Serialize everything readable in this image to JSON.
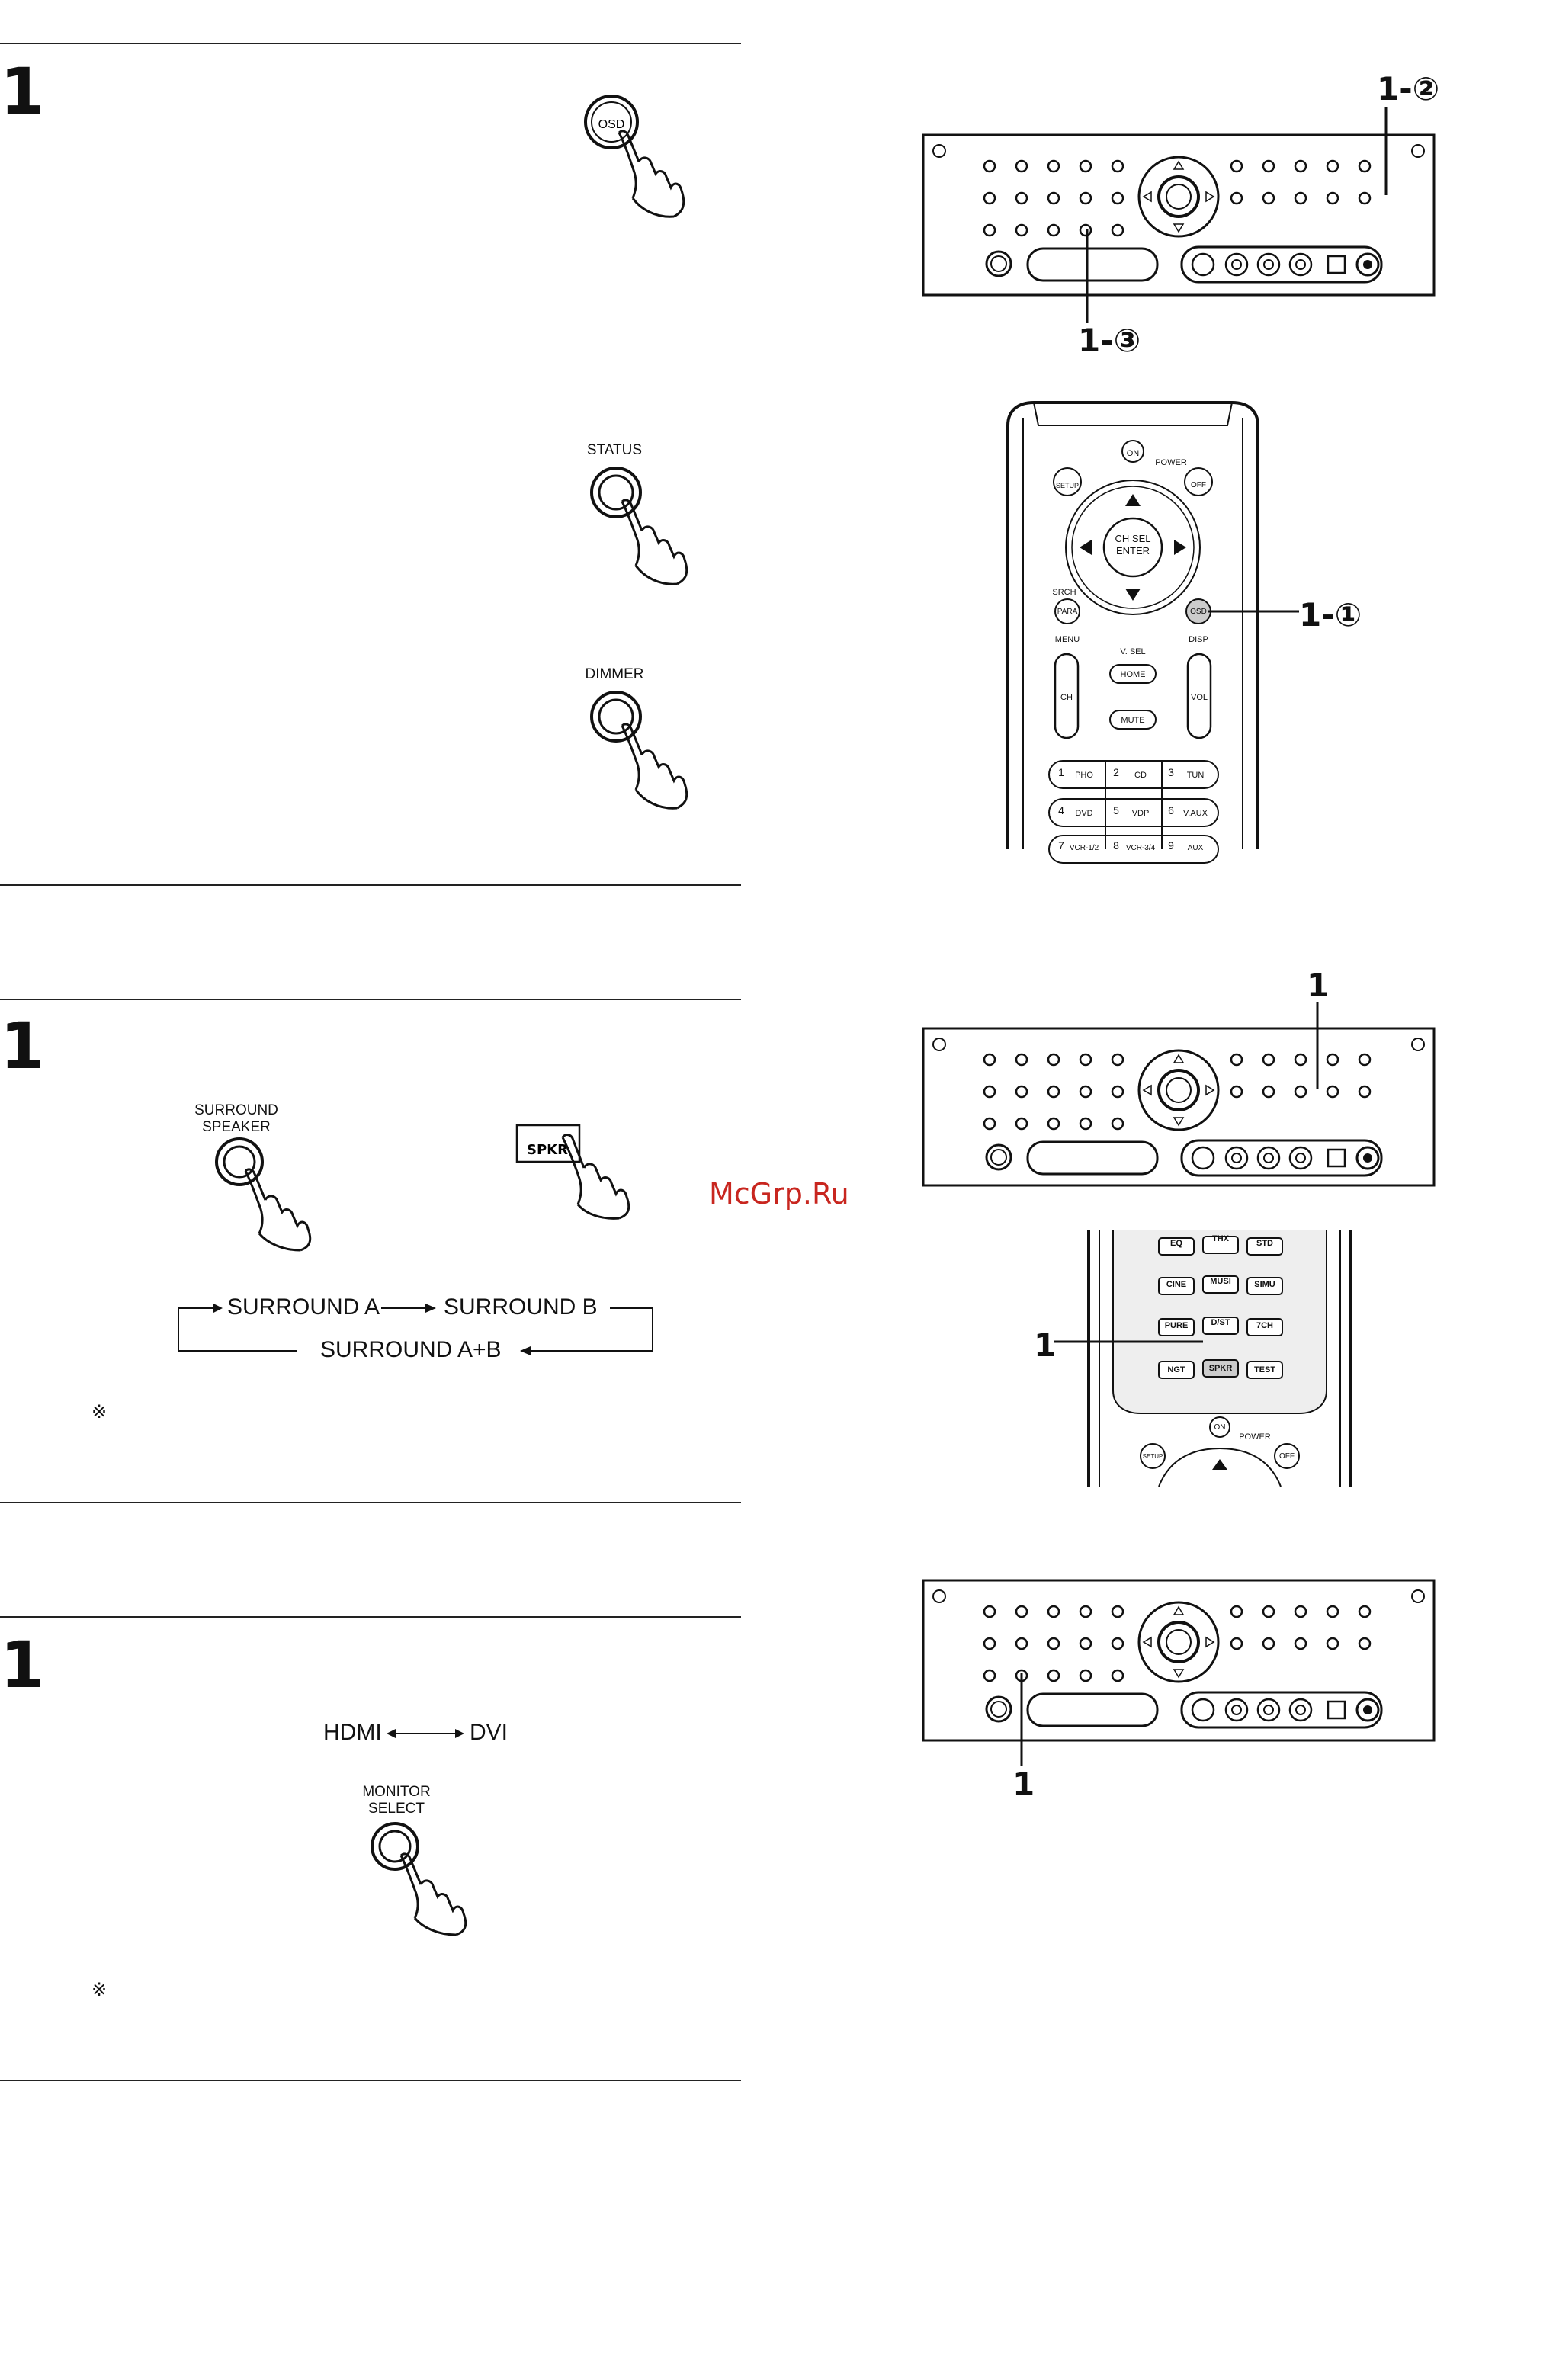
{
  "sections": [
    {
      "step": "1",
      "buttons": [
        {
          "label": "OSD",
          "caption": ""
        },
        {
          "label": "",
          "caption": "STATUS"
        },
        {
          "label": "",
          "caption": "DIMMER"
        }
      ]
    },
    {
      "step": "1",
      "buttons": [
        {
          "label": "",
          "caption": "SURROUND\nSPEAKER"
        },
        {
          "label": "SPKR",
          "caption": ""
        }
      ],
      "flow": {
        "a": "SURROUND A",
        "b": "SURROUND B",
        "ab": "SURROUND A+B"
      },
      "note": "※"
    },
    {
      "step": "1",
      "flow": {
        "hdmi": "HDMI",
        "dvi": "DVI"
      },
      "buttons": [
        {
          "label": "",
          "caption": "MONITOR\nSELECT"
        }
      ],
      "note": "※"
    }
  ],
  "callouts": {
    "c1_2": "1-②",
    "c1_3": "1-③",
    "c1_1": "1-①",
    "c1": "1"
  },
  "remote1": {
    "on": "ON",
    "power": "POWER",
    "setup": "SETUP",
    "off": "OFF",
    "enter_top": "CH SEL",
    "enter_bottom": "ENTER",
    "srch": "SRCH",
    "para": "PARA",
    "menu": "MENU",
    "osd": "OSD",
    "disp": "DISP",
    "vsel": "V. SEL",
    "home": "HOME",
    "mute": "MUTE",
    "ch": "CH",
    "vol": "VOL",
    "keys": [
      {
        "n": "1",
        "t": "PHO"
      },
      {
        "n": "2",
        "t": "CD"
      },
      {
        "n": "3",
        "t": "TUN"
      },
      {
        "n": "4",
        "t": "DVD"
      },
      {
        "n": "5",
        "t": "VDP"
      },
      {
        "n": "6",
        "t": "V.AUX"
      },
      {
        "n": "7",
        "t": "VCR-1/2"
      },
      {
        "n": "8",
        "t": "VCR-3/4"
      },
      {
        "n": "9",
        "t": "AUX"
      }
    ]
  },
  "remote2": {
    "row1": [
      "EQ",
      "THX",
      "STD"
    ],
    "row2": [
      "CINE",
      "MUSI",
      "SIMU"
    ],
    "row3": [
      "PURE",
      "D/ST",
      "7CH"
    ],
    "row4": [
      "NGT",
      "SPKR",
      "TEST"
    ],
    "on": "ON",
    "power": "POWER",
    "setup": "SETUP",
    "off": "OFF"
  },
  "watermark": "McGrp.Ru"
}
